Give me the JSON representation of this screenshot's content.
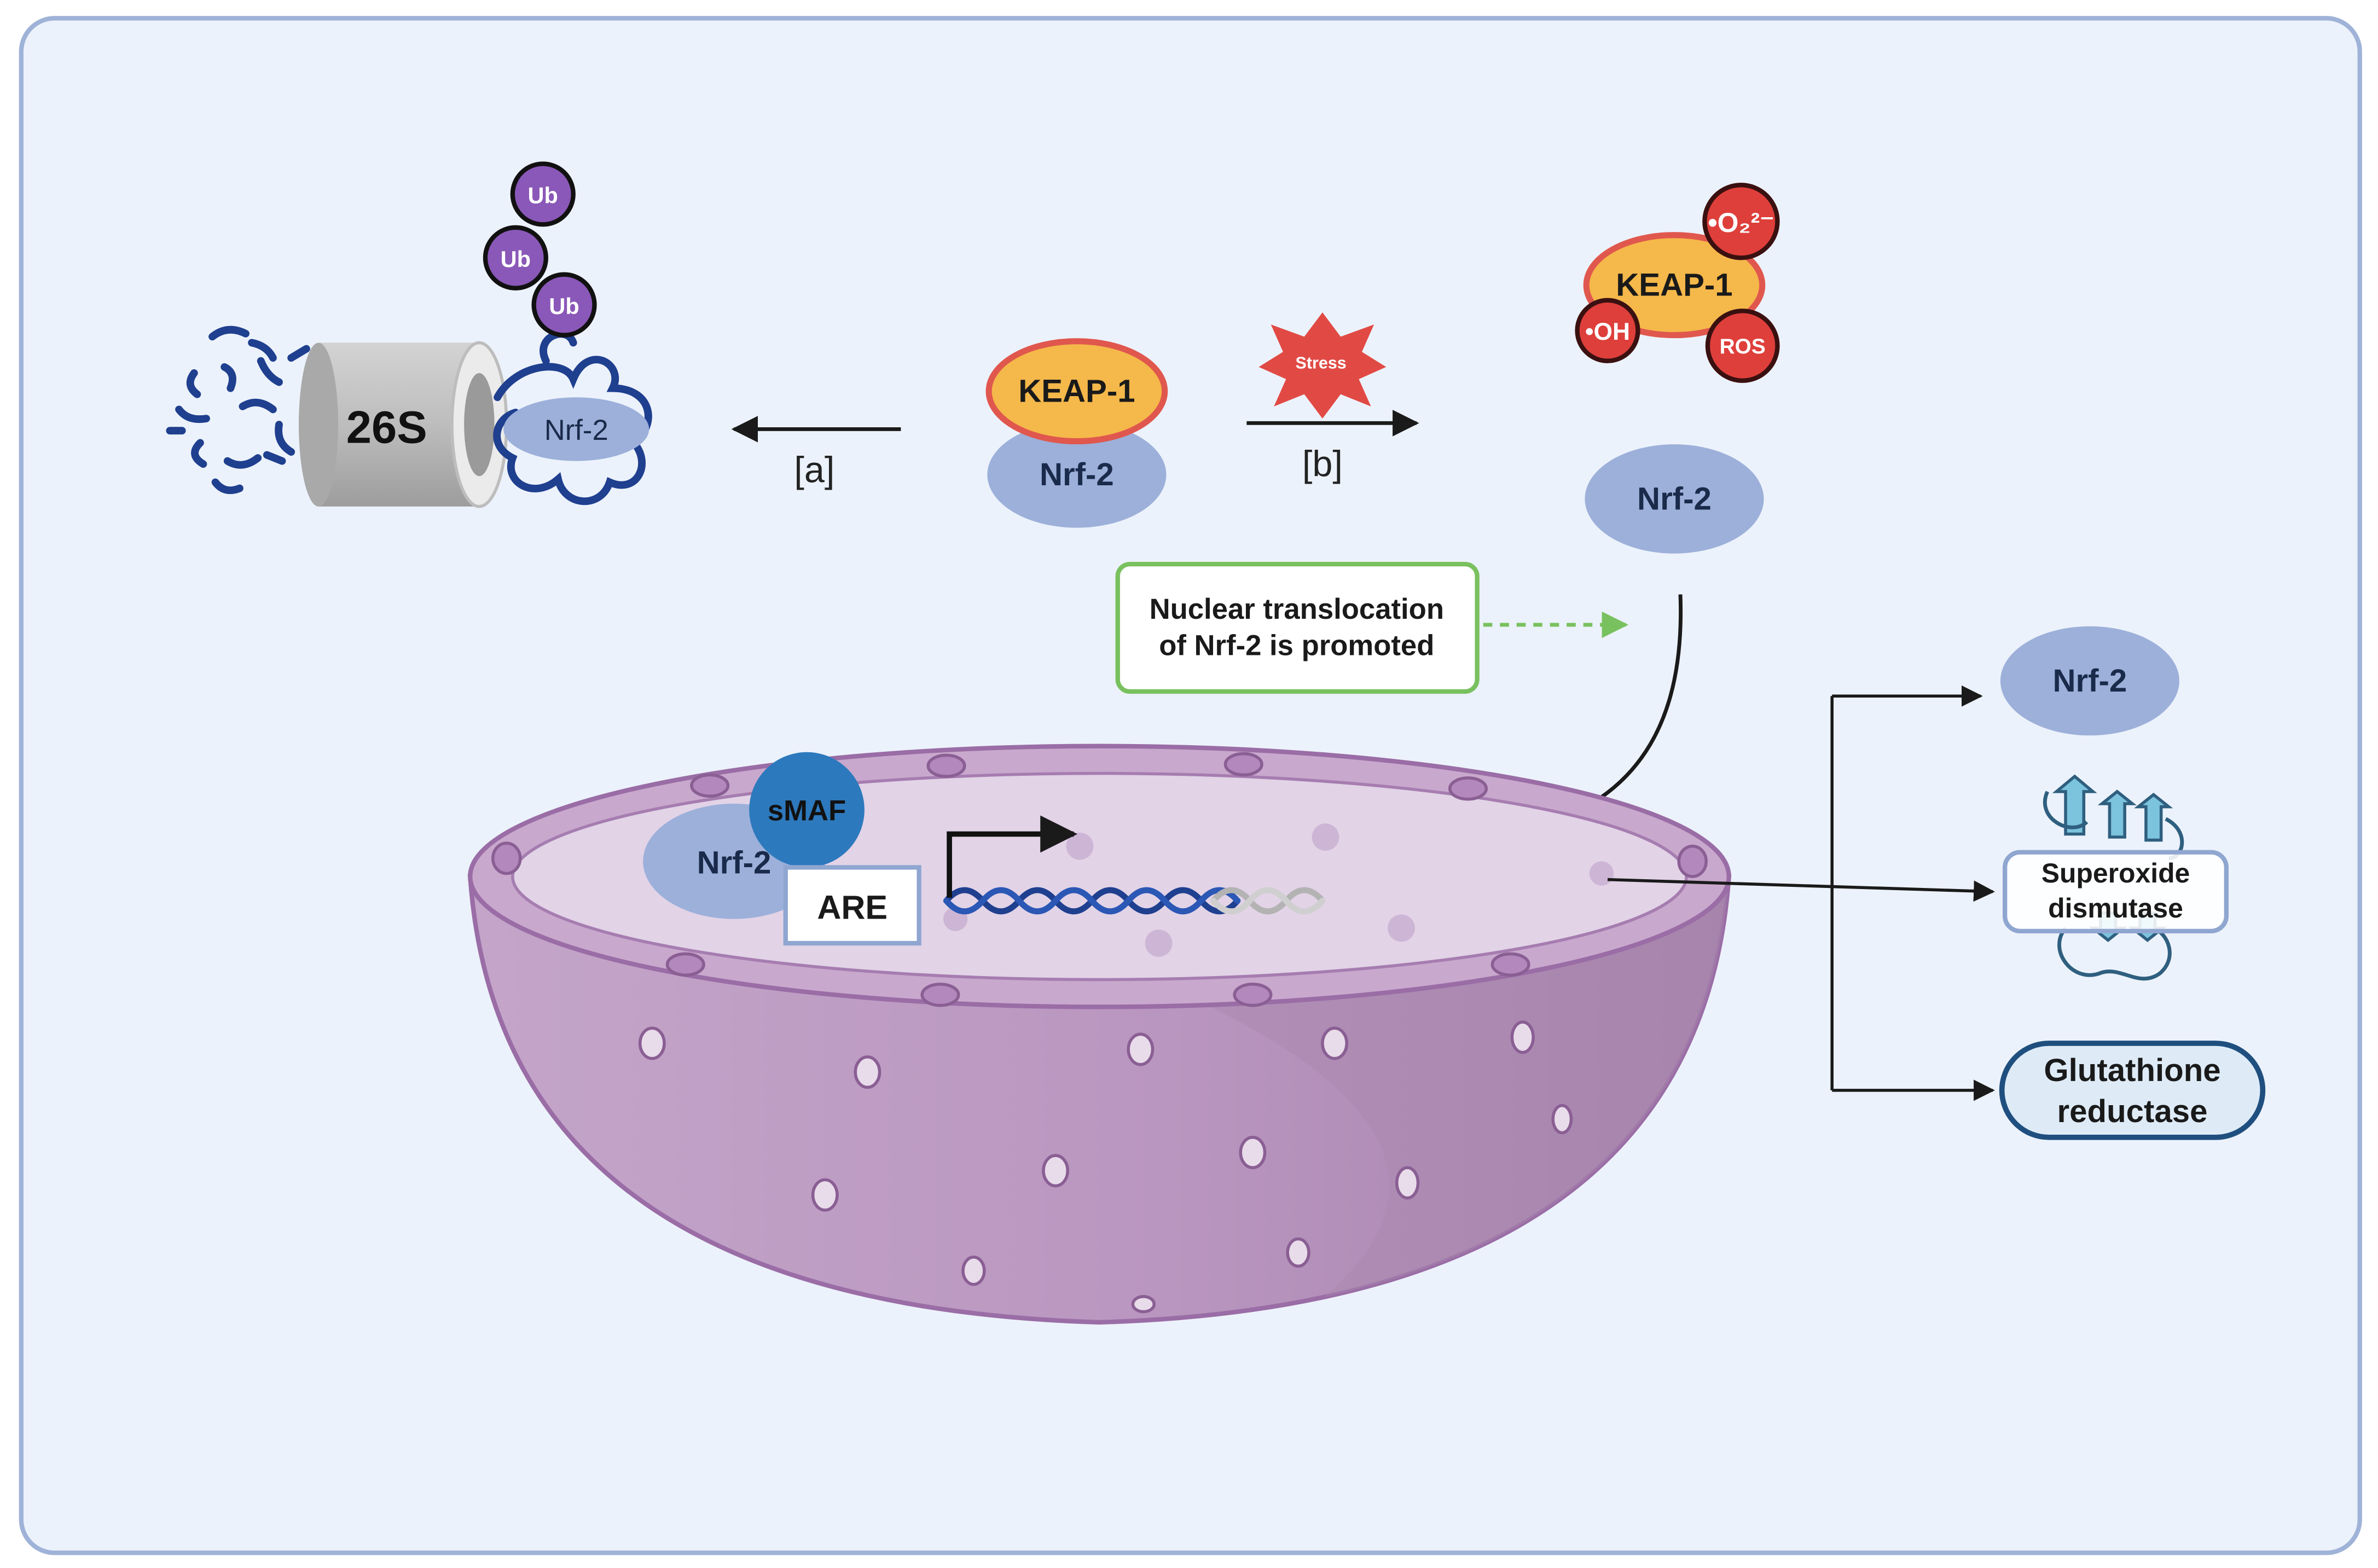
{
  "colors": {
    "panel_bg": "#ecf2fb",
    "panel_border": "#9fb3d8",
    "keap1": "#f5b84a",
    "keap1_border": "#e0574e",
    "nrf2": "#9cb0da",
    "ros": "#de3f3b",
    "stress": "#e14a44",
    "ub": "#8a58b8",
    "smaf": "#2d79bd",
    "nucleus": "#c3a3c8",
    "note_border": "#79c15f",
    "dna": "#1f3f8f"
  },
  "degradation": {
    "proteasome_label": "26S",
    "ubiquitin_labels": [
      "Ub",
      "Ub",
      "Ub"
    ],
    "nrf2_label": "Nrf-2"
  },
  "center_complex": {
    "keap1_label": "KEAP-1",
    "nrf2_label": "Nrf-2"
  },
  "arrows": {
    "a_label": "[a]",
    "b_label": "[b]"
  },
  "stress": {
    "label": "Stress"
  },
  "oxidized_complex": {
    "keap1_label": "KEAP-1",
    "superoxide_label": "•O₂²⁻",
    "hydroxyl_label": "•OH",
    "ros_label": "ROS"
  },
  "free_nrf2": {
    "label": "Nrf-2"
  },
  "note": {
    "line1": "Nuclear translocation",
    "line2": "of Nrf-2 is promoted"
  },
  "nucleus": {
    "smaf_label": "sMAF",
    "nrf2_label": "Nrf-2",
    "are_label": "ARE"
  },
  "products": {
    "nrf2_label": "Nrf-2",
    "sod_line1": "Superoxide",
    "sod_line2": "dismutase",
    "gr_line1": "Glutathione",
    "gr_line2": "reductase"
  }
}
